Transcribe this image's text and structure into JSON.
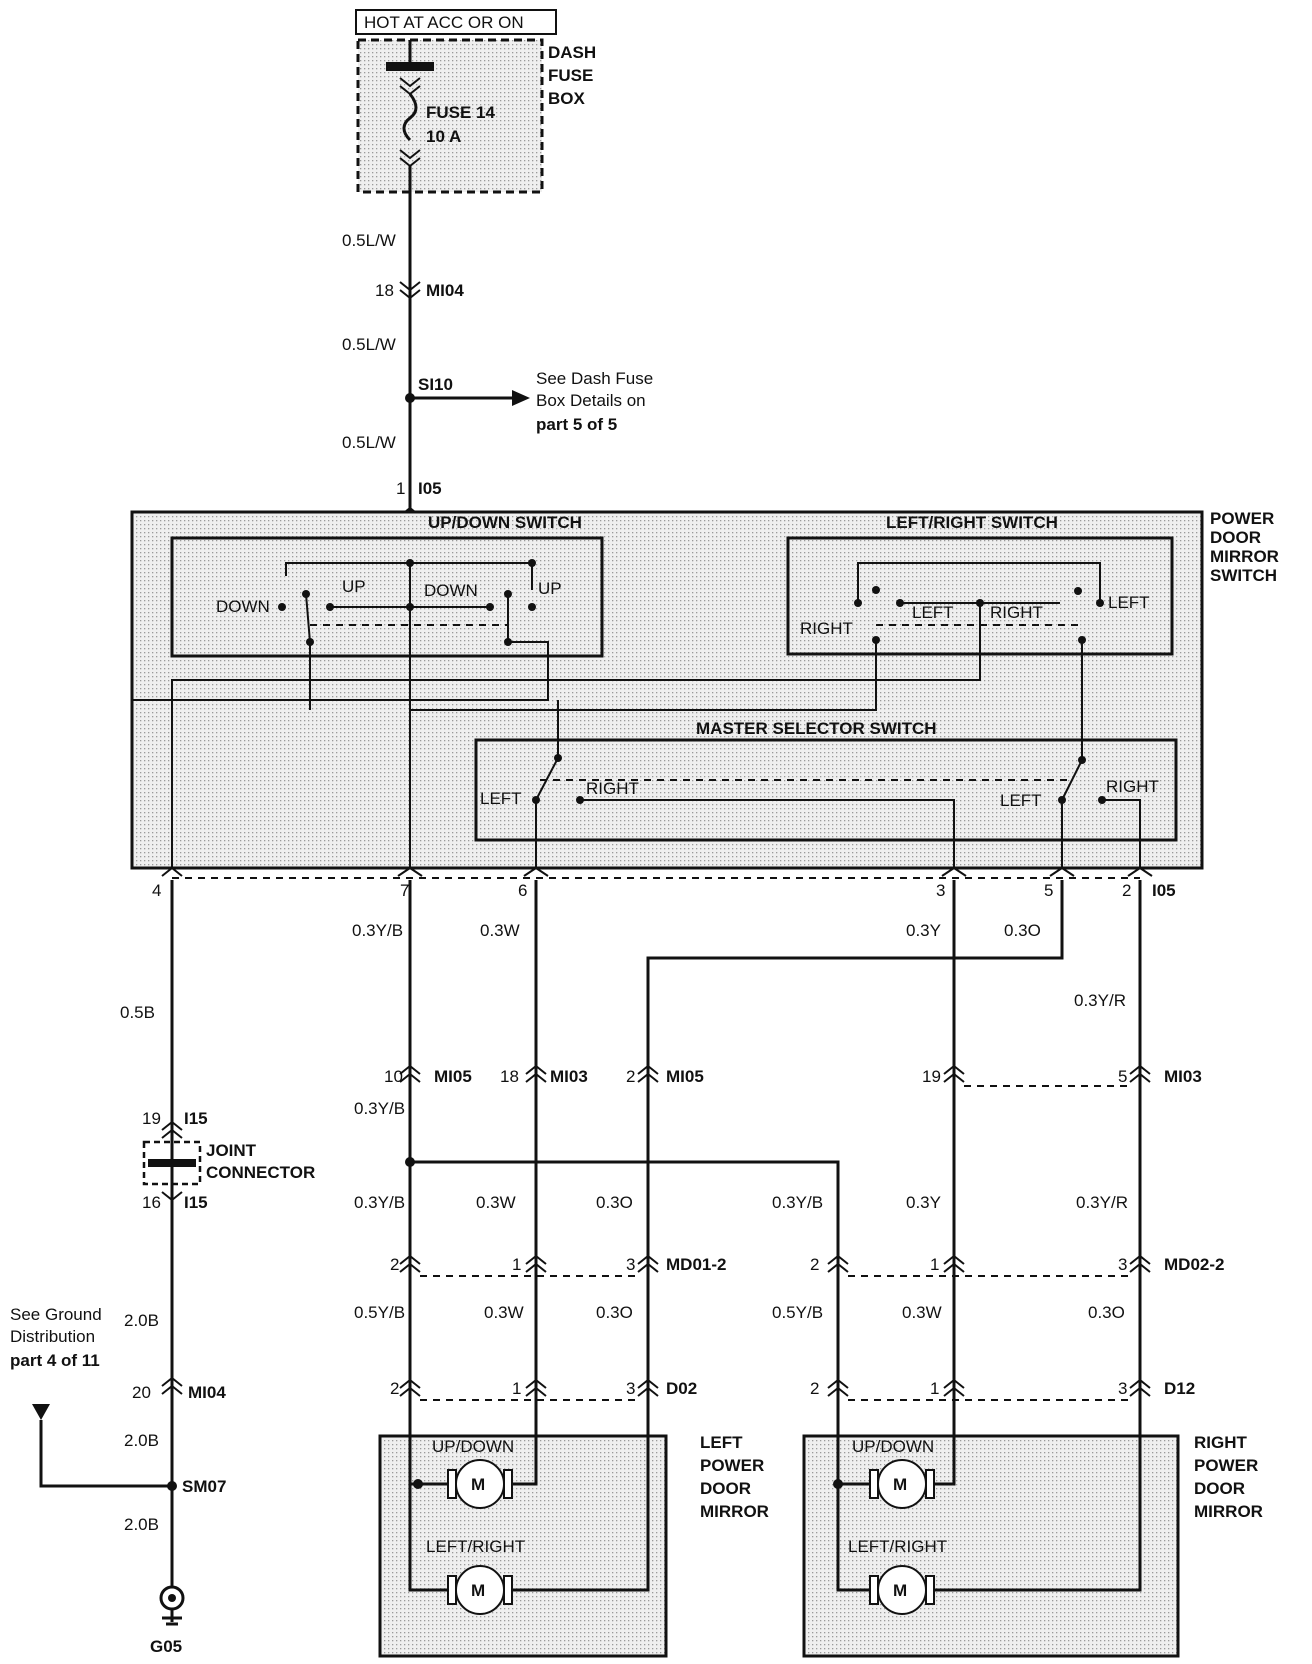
{
  "fuse_box": {
    "source": "HOT AT ACC OR ON",
    "box": "DASH FUSE BOX",
    "box_l1": "DASH",
    "box_l2": "FUSE",
    "box_l3": "BOX",
    "fuse": "FUSE 14",
    "rating": "10 A"
  },
  "feed": {
    "w1": "0.5L/W",
    "c1_pin": "18",
    "c1": "MI04",
    "w2": "0.5L/W",
    "splice": "SI10",
    "ref1": "See Dash Fuse",
    "ref2": "Box Details on",
    "ref3": "part 5 of 5",
    "w3": "0.5L/W",
    "c2_pin": "1",
    "c2": "I05"
  },
  "switch": {
    "title_l1": "POWER",
    "title_l2": "DOOR",
    "title_l3": "MIRROR",
    "title_l4": "SWITCH",
    "updown": "UP/DOWN SWITCH",
    "leftright": "LEFT/RIGHT SWITCH",
    "master": "MASTER SELECTOR SWITCH",
    "down": "DOWN",
    "up": "UP",
    "left": "LEFT",
    "right": "RIGHT"
  },
  "switch_pins": {
    "p4": "4",
    "p7": "7",
    "p6": "6",
    "p3": "3",
    "p5": "5",
    "p2": "2",
    "conn": "I05"
  },
  "wires": {
    "gnd1": "0.5B",
    "c7": "0.3Y/B",
    "c6": "0.3W",
    "c3": "0.3Y",
    "c5": "0.3O",
    "c2": "0.3Y/R",
    "mid_yb": "0.3Y/B",
    "l_yb": "0.3Y/B",
    "l_w": "0.3W",
    "l_o": "0.3O",
    "r_yb": "0.3Y/B",
    "r_y": "0.3Y",
    "r_yr": "0.3Y/R",
    "ld_yb": "0.5Y/B",
    "ld_w": "0.3W",
    "ld_o": "0.3O",
    "rd_yb": "0.5Y/B",
    "rd_w": "0.3W",
    "rd_o": "0.3O",
    "g2": "2.0B",
    "g3": "2.0B",
    "g4": "2.0B"
  },
  "connectors": {
    "mi05a_pin": "10",
    "mi05a": "MI05",
    "mi03a_pin": "18",
    "mi03a": "MI03",
    "mi05b_pin": "2",
    "mi05b": "MI05",
    "mi03b_pin1": "19",
    "mi03b_pin2": "5",
    "mi03b": "MI03",
    "md01_p2": "2",
    "md01_p1": "1",
    "md01_p3": "3",
    "md01": "MD01-2",
    "md02_p2": "2",
    "md02_p1": "1",
    "md02_p3": "3",
    "md02": "MD02-2",
    "d02_p2": "2",
    "d02_p1": "1",
    "d02_p3": "3",
    "d02": "D02",
    "d12_p2": "2",
    "d12_p1": "1",
    "d12_p3": "3",
    "d12": "D12"
  },
  "joint": {
    "pin1": "19",
    "conn1": "I15",
    "l1": "JOINT",
    "l2": "CONNECTOR",
    "pin2": "16",
    "conn2": "I15"
  },
  "ground": {
    "ref1": "See Ground",
    "ref2": "Distribution",
    "ref3": "part 4 of 11",
    "mi04_pin": "20",
    "mi04": "MI04",
    "splice": "SM07",
    "point": "G05"
  },
  "mirrors": {
    "left_l1": "LEFT",
    "left_l2": "POWER",
    "left_l3": "DOOR",
    "left_l4": "MIRROR",
    "right_l1": "RIGHT",
    "right_l2": "POWER",
    "right_l3": "DOOR",
    "right_l4": "MIRROR",
    "updown": "UP/DOWN",
    "leftright": "LEFT/RIGHT",
    "motor": "M"
  }
}
